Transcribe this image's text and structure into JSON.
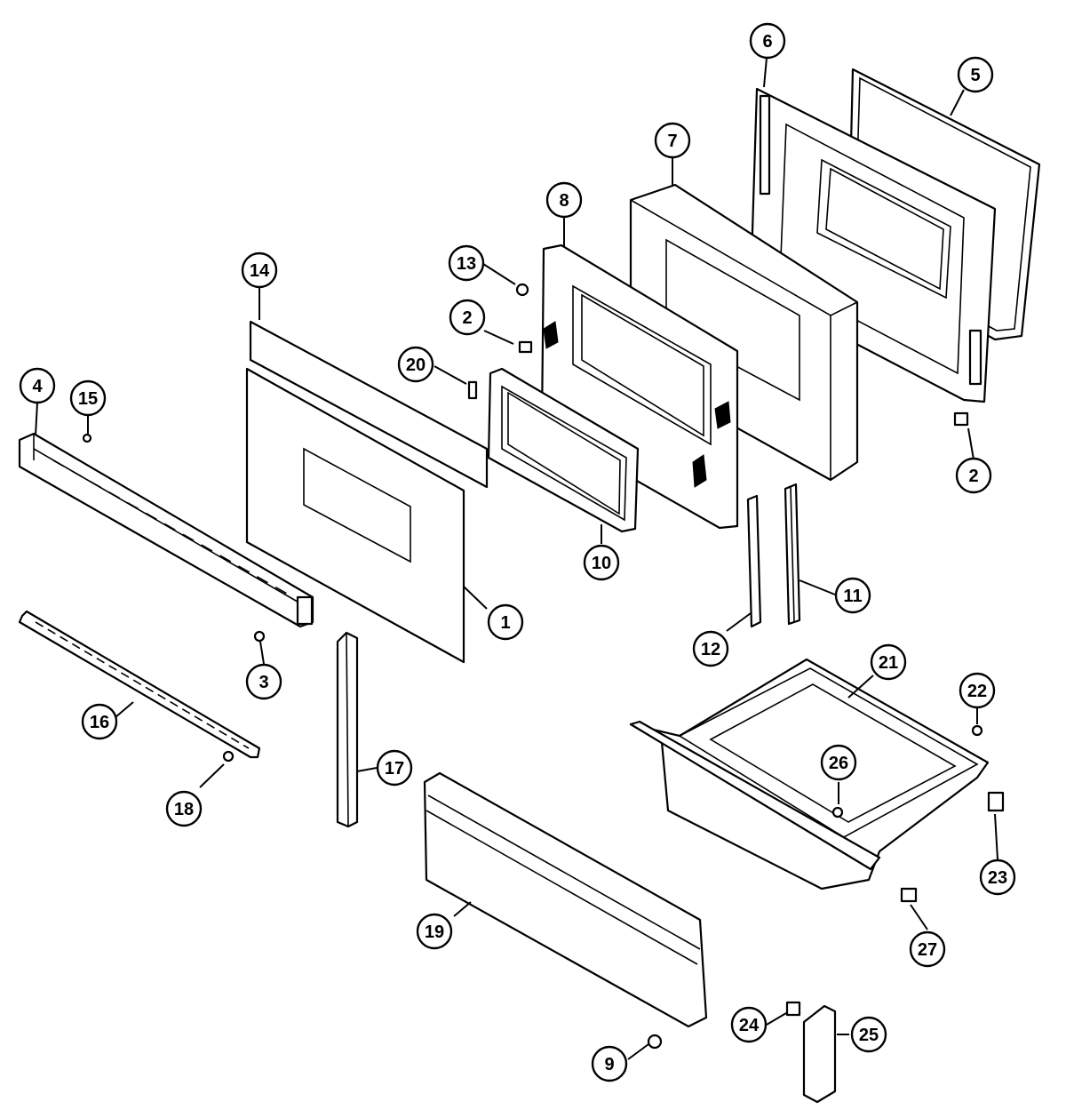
{
  "callouts": [
    {
      "id": "c1",
      "number": "1"
    },
    {
      "id": "c2a",
      "number": "2"
    },
    {
      "id": "c2b",
      "number": "2"
    },
    {
      "id": "c3",
      "number": "3"
    },
    {
      "id": "c4",
      "number": "4"
    },
    {
      "id": "c5",
      "number": "5"
    },
    {
      "id": "c6",
      "number": "6"
    },
    {
      "id": "c7",
      "number": "7"
    },
    {
      "id": "c8",
      "number": "8"
    },
    {
      "id": "c9",
      "number": "9"
    },
    {
      "id": "c10",
      "number": "10"
    },
    {
      "id": "c11",
      "number": "11"
    },
    {
      "id": "c12",
      "number": "12"
    },
    {
      "id": "c13",
      "number": "13"
    },
    {
      "id": "c14",
      "number": "14"
    },
    {
      "id": "c15",
      "number": "15"
    },
    {
      "id": "c16",
      "number": "16"
    },
    {
      "id": "c17",
      "number": "17"
    },
    {
      "id": "c18",
      "number": "18"
    },
    {
      "id": "c19",
      "number": "19"
    },
    {
      "id": "c20",
      "number": "20"
    },
    {
      "id": "c21",
      "number": "21"
    },
    {
      "id": "c22",
      "number": "22"
    },
    {
      "id": "c23",
      "number": "23"
    },
    {
      "id": "c24",
      "number": "24"
    },
    {
      "id": "c25",
      "number": "25"
    },
    {
      "id": "c26",
      "number": "26"
    },
    {
      "id": "c27",
      "number": "27"
    }
  ],
  "colors": {
    "line": "#000000",
    "background": "#ffffff"
  }
}
